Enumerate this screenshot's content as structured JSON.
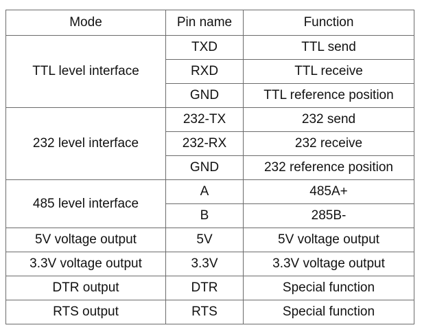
{
  "header": {
    "mode": "Mode",
    "pin": "Pin name",
    "function": "Function"
  },
  "groups": [
    {
      "mode": "TTL level interface",
      "rows": [
        {
          "pin": "TXD",
          "function": "TTL send"
        },
        {
          "pin": "RXD",
          "function": "TTL receive"
        },
        {
          "pin": "GND",
          "function": "TTL reference position"
        }
      ]
    },
    {
      "mode": "232 level interface",
      "rows": [
        {
          "pin": "232-TX",
          "function": "232 send"
        },
        {
          "pin": "232-RX",
          "function": "232 receive"
        },
        {
          "pin": "GND",
          "function": "232 reference position"
        }
      ]
    },
    {
      "mode": "485 level interface",
      "rows": [
        {
          "pin": "A",
          "function": "485A+"
        },
        {
          "pin": "B",
          "function": "285B-"
        }
      ]
    },
    {
      "mode": "5V voltage output",
      "rows": [
        {
          "pin": "5V",
          "function": "5V voltage output"
        }
      ]
    },
    {
      "mode": "3.3V voltage output",
      "rows": [
        {
          "pin": "3.3V",
          "function": "3.3V voltage output"
        }
      ]
    },
    {
      "mode": "DTR output",
      "rows": [
        {
          "pin": "DTR",
          "function": "Special function"
        }
      ]
    },
    {
      "mode": "RTS output",
      "rows": [
        {
          "pin": "RTS",
          "function": "Special function"
        }
      ]
    }
  ]
}
